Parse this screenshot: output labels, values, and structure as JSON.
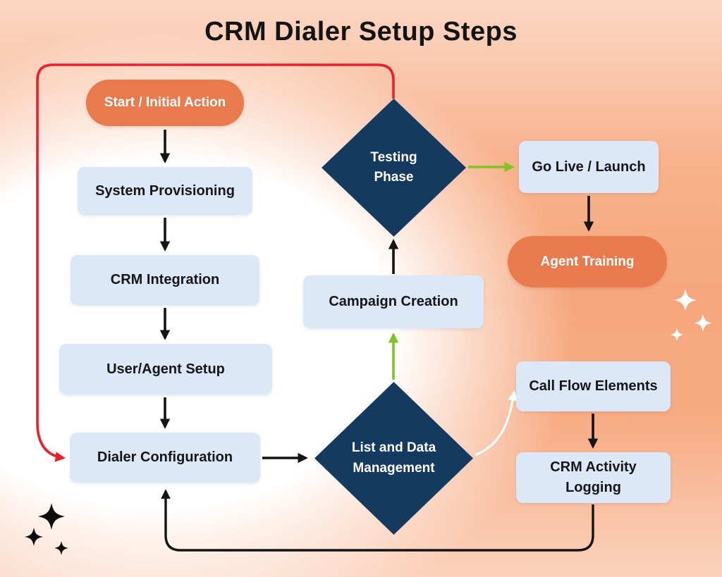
{
  "title": "CRM Dialer Setup Steps",
  "colors": {
    "accent_orange": "#e97a4e",
    "node_blue": "#dce8f8",
    "diamond_navy": "#143a60",
    "arrow_black": "#141414",
    "arrow_red": "#ed1f2f",
    "arrow_green": "#82c226",
    "arrow_white": "#ffffff",
    "background_peach": "#f6a67c"
  },
  "nodes": {
    "start": {
      "label": "Start / Initial Action",
      "type": "pill"
    },
    "system_provisioning": {
      "label": "System Provisioning",
      "type": "box"
    },
    "crm_integration": {
      "label": "CRM Integration",
      "type": "box"
    },
    "user_agent_setup": {
      "label": "User/Agent Setup",
      "type": "box"
    },
    "dialer_configuration": {
      "label": "Dialer Configuration",
      "type": "box"
    },
    "list_data_management": {
      "label": "List and Data Management",
      "type": "diamond"
    },
    "campaign_creation": {
      "label": "Campaign Creation",
      "type": "box"
    },
    "testing_phase": {
      "label": "Testing Phase",
      "type": "diamond"
    },
    "go_live": {
      "label": "Go Live / Launch",
      "type": "box"
    },
    "agent_training": {
      "label": "Agent Training",
      "type": "pill"
    },
    "call_flow_elements": {
      "label": "Call Flow Elements",
      "type": "box"
    },
    "crm_activity_logging": {
      "label": "CRM Activity Logging",
      "type": "box"
    }
  },
  "edges": [
    {
      "from": "start",
      "to": "system_provisioning",
      "color": "black"
    },
    {
      "from": "system_provisioning",
      "to": "crm_integration",
      "color": "black"
    },
    {
      "from": "crm_integration",
      "to": "user_agent_setup",
      "color": "black"
    },
    {
      "from": "user_agent_setup",
      "to": "dialer_configuration",
      "color": "black"
    },
    {
      "from": "dialer_configuration",
      "to": "list_data_management",
      "color": "black"
    },
    {
      "from": "list_data_management",
      "to": "campaign_creation",
      "color": "green"
    },
    {
      "from": "campaign_creation",
      "to": "testing_phase",
      "color": "black"
    },
    {
      "from": "testing_phase",
      "to": "go_live",
      "color": "green"
    },
    {
      "from": "testing_phase",
      "to": "dialer_configuration",
      "color": "red"
    },
    {
      "from": "go_live",
      "to": "agent_training",
      "color": "black"
    },
    {
      "from": "list_data_management",
      "to": "call_flow_elements",
      "color": "white"
    },
    {
      "from": "call_flow_elements",
      "to": "crm_activity_logging",
      "color": "black"
    },
    {
      "from": "crm_activity_logging",
      "to": "dialer_configuration",
      "color": "black"
    }
  ]
}
